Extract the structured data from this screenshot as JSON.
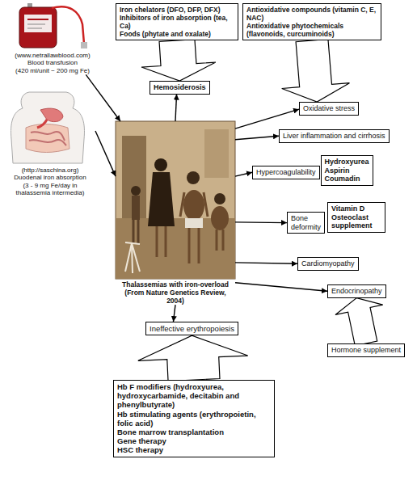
{
  "diagram": {
    "nodes": [
      {
        "text": [
          "Iron chelators (DFO, DFP, DFX)",
          "Inhibitors of iron absorption (tea, Ca)",
          "Foods (phytate and oxalate)"
        ]
      },
      {
        "text": [
          "Antioxidative compounds (vitamin C, E, NAC)",
          "Antioxidative phytochemicals (flavonoids, curcuminoids)"
        ]
      },
      {
        "text": [
          "(www.netrallawblood.com)",
          "Blood transfusion",
          "(420 ml/unit ~ 200 mg Fe)"
        ]
      },
      {
        "text": [
          "Hemosiderosis"
        ]
      },
      {
        "text": [
          "Oxidative stress"
        ]
      },
      {
        "text": [
          "(http://saschina.org)",
          "Duodenal iron absorption",
          "(3 - 9 mg Fe/day in thalassemia intermedia)"
        ]
      },
      {
        "text": [
          "Thalassemias with iron-overload (From Nature Genetics Review, 2004)"
        ]
      },
      {
        "text": [
          "Liver inflammation and cirrhosis"
        ]
      },
      {
        "text": [
          "Hypercoagulability"
        ]
      },
      {
        "text": [
          "Hydroxyurea Aspirin Coumadin"
        ]
      },
      {
        "text": [
          "Bone deformity"
        ]
      },
      {
        "text": [
          "Vitamin D Osteoclast supplement"
        ]
      },
      {
        "text": [
          "Cardiomyopathy"
        ]
      },
      {
        "text": [
          "Endocrinopathy"
        ]
      },
      {
        "text": [
          "Hormone supplement"
        ]
      },
      {
        "text": [
          "Ineffective erythropoiesis"
        ]
      },
      {
        "text": [
          "Hb F modifiers (hydroxyurea, hydroxycarbamide, decitabin and phenylbutyrate)",
          "Hb stimulating agents (erythropoietin, folic acid)",
          "Bone marrow transplantation",
          "Gene therapy",
          "HSC therapy"
        ]
      }
    ],
    "edges": [
      {
        "from": 0,
        "to": 3,
        "arrow": "to"
      },
      {
        "from": 1,
        "to": 4,
        "arrow": "to"
      },
      {
        "from": 2,
        "to": 6,
        "arrow": "to"
      },
      {
        "from": 5,
        "to": 6,
        "arrow": "to"
      },
      {
        "from": 6,
        "to": 3,
        "arrow": "to"
      },
      {
        "from": 6,
        "to": 4,
        "arrow": "to"
      },
      {
        "from": 6,
        "to": 7,
        "arrow": "to"
      },
      {
        "from": 6,
        "to": 8,
        "arrow": "to"
      },
      {
        "from": 6,
        "to": 10,
        "arrow": "to"
      },
      {
        "from": 6,
        "to": 12,
        "arrow": "to"
      },
      {
        "from": 6,
        "to": 13,
        "arrow": "to"
      },
      {
        "from": 14,
        "to": 13,
        "arrow": "to"
      },
      {
        "from": 6,
        "to": 15,
        "arrow": "to"
      },
      {
        "from": 16,
        "to": 15,
        "arrow": "to"
      }
    ]
  }
}
